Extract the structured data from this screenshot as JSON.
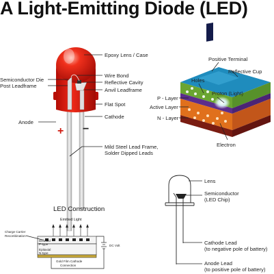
{
  "title": "A Light-Emitting Diode (LED)",
  "led_diagram": {
    "epoxy_lens": "Epoxy Lens / Case",
    "wire_bond": "Wire Bond",
    "reflective_cavity": "Reflective Cavity",
    "semiconductor_die": "Semiconductor Die",
    "post_leadframe": "Post Leadframe",
    "anvil_leadframe": "Anvil Leadframe",
    "flat_spot": "Flat Spot",
    "anode": "Anode",
    "cathode": "Cathode",
    "plus": "+",
    "minus": "−",
    "lead_frame_1": "Mild Steel Lead Frame,",
    "lead_frame_2": "Solder Dipped Leads"
  },
  "chip_diagram": {
    "positive_terminal": "Positive Terminal",
    "holes": "Holes",
    "reflective_cup": "Reflective Cup",
    "proton": "Proton (Light)",
    "p_layer": "P - Layer",
    "active_layer": "Active Layer",
    "n_layer": "N - Layer",
    "electron": "Electron"
  },
  "construction": {
    "title": "LED  Construction",
    "emitted_light": "Emitted Light",
    "charge_carrier_1": "Charge Carrier",
    "charge_carrier_2": "Recombination",
    "diffused_1": "Diffused",
    "diffused_2": "P-type",
    "epitaxial_1": "Epitaxial",
    "epitaxial_2": "N-type",
    "dc_volt": "DC Volt",
    "gold_film_1": "Gold Film Cathode",
    "gold_film_2": "Connection"
  },
  "symbol_diagram": {
    "lens": "Lens",
    "semiconductor_1": "Semiconductor",
    "semiconductor_2": "(LED Chip)",
    "cathode_lead_1": "Cathode Lead",
    "cathode_lead_2": "(to negative pole of battery)",
    "anode_lead_1": "Anode Lead",
    "anode_lead_2": "(to positive pole of battery)"
  }
}
